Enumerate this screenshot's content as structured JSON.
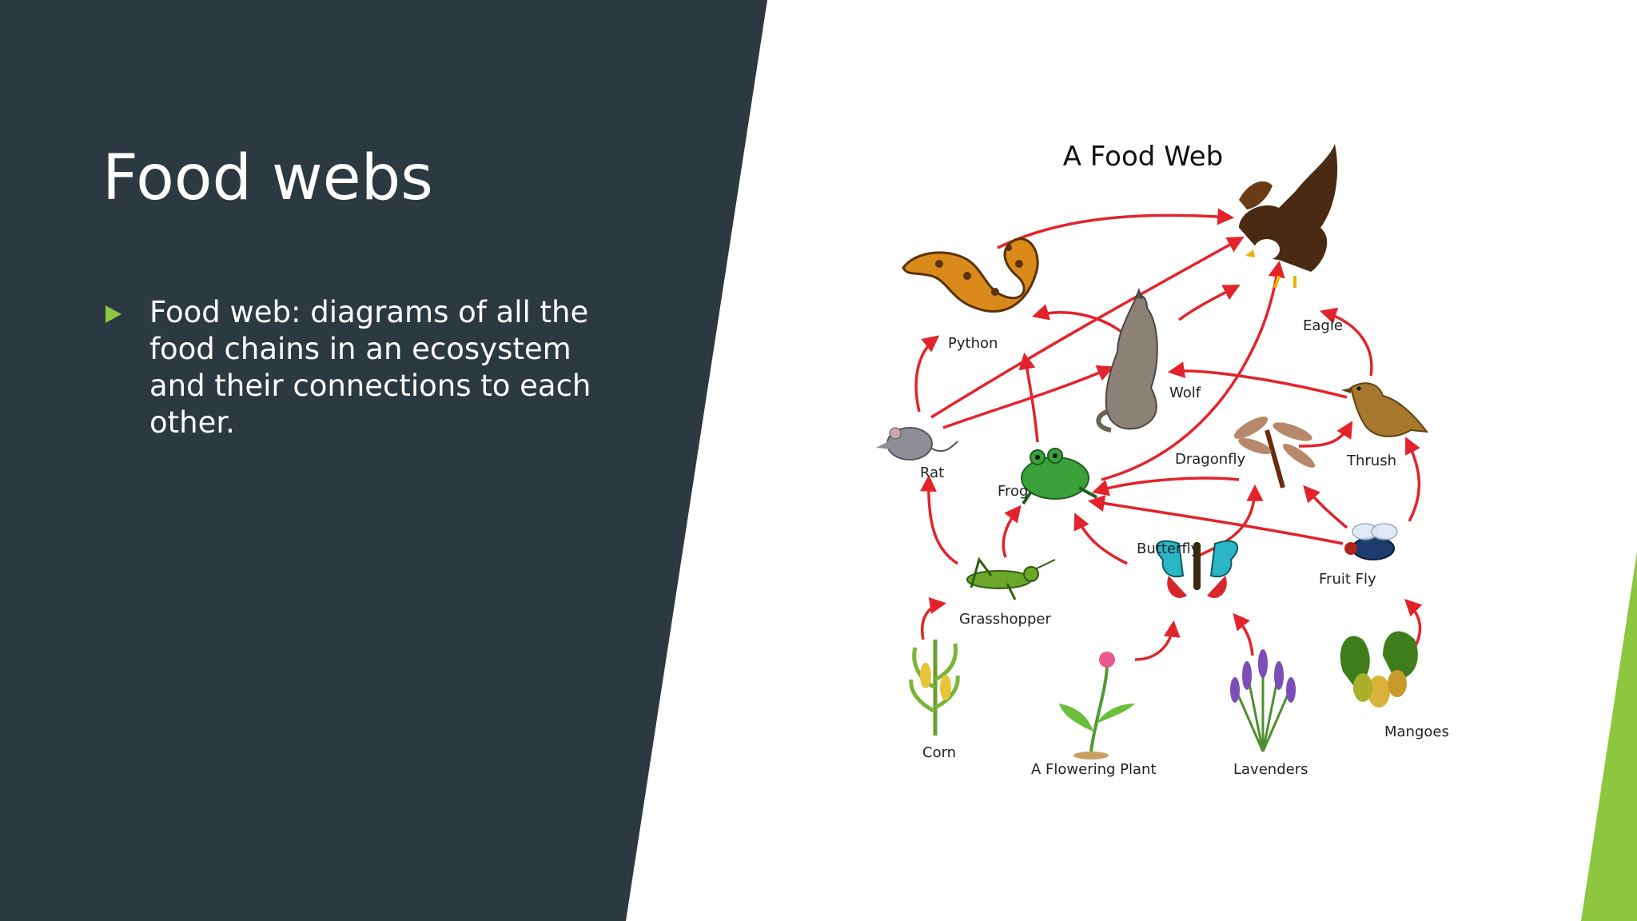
{
  "slide": {
    "title": "Food webs",
    "bullets": [
      "Food web: diagrams of all the food chains in an ecosystem and their connections to each other."
    ]
  },
  "colors": {
    "dark_panel": "#2d3940",
    "accent_green": "#8dc63f",
    "arrow_red": "#e3232b",
    "text_white": "#ffffff"
  },
  "food_web": {
    "title": "A Food Web",
    "organisms": {
      "eagle": "Eagle",
      "python": "Python",
      "wolf": "Wolf",
      "rat": "Rat",
      "frog": "Frog",
      "dragonfly": "Dragonfly",
      "thrush": "Thrush",
      "butterfly": "Butterfly",
      "fruit_fly": "Fruit Fly",
      "grasshopper": "Grasshopper",
      "corn": "Corn",
      "flowering_plant": "A Flowering Plant",
      "lavenders": "Lavenders",
      "mangoes": "Mangoes"
    },
    "links": [
      [
        "corn",
        "grasshopper"
      ],
      [
        "flowering_plant",
        "butterfly"
      ],
      [
        "lavenders",
        "butterfly"
      ],
      [
        "mangoes",
        "fruit_fly"
      ],
      [
        "grasshopper",
        "rat"
      ],
      [
        "grasshopper",
        "frog"
      ],
      [
        "butterfly",
        "frog"
      ],
      [
        "butterfly",
        "dragonfly"
      ],
      [
        "fruit_fly",
        "dragonfly"
      ],
      [
        "fruit_fly",
        "thrush"
      ],
      [
        "fruit_fly",
        "frog"
      ],
      [
        "dragonfly",
        "frog"
      ],
      [
        "dragonfly",
        "thrush"
      ],
      [
        "rat",
        "python"
      ],
      [
        "rat",
        "wolf"
      ],
      [
        "rat",
        "eagle"
      ],
      [
        "frog",
        "python"
      ],
      [
        "frog",
        "eagle"
      ],
      [
        "thrush",
        "wolf"
      ],
      [
        "thrush",
        "eagle"
      ],
      [
        "wolf",
        "python"
      ],
      [
        "wolf",
        "eagle"
      ],
      [
        "python",
        "eagle"
      ]
    ]
  }
}
